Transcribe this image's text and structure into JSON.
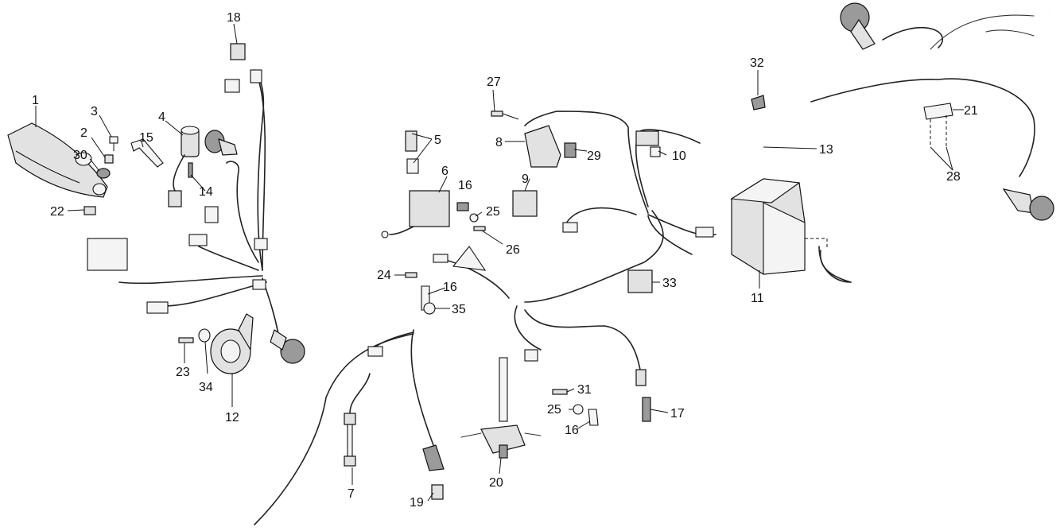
{
  "diagram": {
    "callouts": [
      {
        "id": "c1",
        "label": "1"
      },
      {
        "id": "c2",
        "label": "2"
      },
      {
        "id": "c3",
        "label": "3"
      },
      {
        "id": "c4",
        "label": "4"
      },
      {
        "id": "c5",
        "label": "5"
      },
      {
        "id": "c6",
        "label": "6"
      },
      {
        "id": "c7",
        "label": "7"
      },
      {
        "id": "c8",
        "label": "8"
      },
      {
        "id": "c9",
        "label": "9"
      },
      {
        "id": "c10",
        "label": "10"
      },
      {
        "id": "c11",
        "label": "11"
      },
      {
        "id": "c12",
        "label": "12"
      },
      {
        "id": "c13",
        "label": "13"
      },
      {
        "id": "c14",
        "label": "14"
      },
      {
        "id": "c15",
        "label": "15"
      },
      {
        "id": "c16a",
        "label": "16"
      },
      {
        "id": "c16b",
        "label": "16"
      },
      {
        "id": "c16c",
        "label": "16"
      },
      {
        "id": "c17",
        "label": "17"
      },
      {
        "id": "c18",
        "label": "18"
      },
      {
        "id": "c19",
        "label": "19"
      },
      {
        "id": "c20",
        "label": "20"
      },
      {
        "id": "c21",
        "label": "21"
      },
      {
        "id": "c22",
        "label": "22"
      },
      {
        "id": "c23",
        "label": "23"
      },
      {
        "id": "c24",
        "label": "24"
      },
      {
        "id": "c25a",
        "label": "25"
      },
      {
        "id": "c25b",
        "label": "25"
      },
      {
        "id": "c26",
        "label": "26"
      },
      {
        "id": "c27",
        "label": "27"
      },
      {
        "id": "c28",
        "label": "28"
      },
      {
        "id": "c29",
        "label": "29"
      },
      {
        "id": "c30",
        "label": "30"
      },
      {
        "id": "c31",
        "label": "31"
      },
      {
        "id": "c32",
        "label": "32"
      },
      {
        "id": "c33",
        "label": "33"
      },
      {
        "id": "c34",
        "label": "34"
      },
      {
        "id": "c35",
        "label": "35"
      }
    ]
  }
}
